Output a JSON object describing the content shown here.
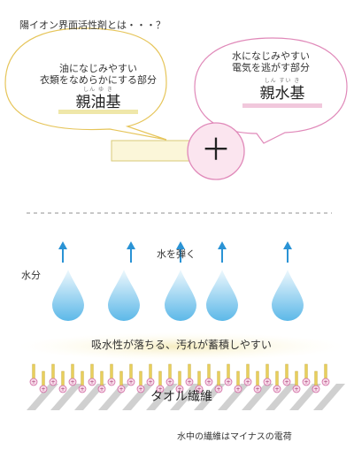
{
  "title": "陽イオン界面活性剤とは・・・？",
  "bubbles": {
    "oil": {
      "line1": "油になじみやすい",
      "line2": "衣類をなめらかにする部分",
      "term": "親油基",
      "reading": "しん ゆ き",
      "highlight": "#efe7a9",
      "border": "#e6c55a"
    },
    "water": {
      "line1": "水になじみやすい",
      "line2": "電気を逃がす部分",
      "term": "親水基",
      "reading": "しん すい き",
      "highlight": "#f1c8dc",
      "border": "#e089b9"
    }
  },
  "molecule": {
    "charge": "＋",
    "tail_color": "#fbf6d9",
    "head_color": "#fbe5ef"
  },
  "lower": {
    "repel_label": "水を弾く",
    "water_label": "水分",
    "caption": "吸水性が落ちる、汚れが蓄積しやすい",
    "fiber_label": "タオル繊維",
    "note": "水中の繊維はマイナスの電荷",
    "arrow_color": "#2a93d5",
    "drop_colors": [
      "#5cb8e8",
      "#eef8fd"
    ]
  }
}
